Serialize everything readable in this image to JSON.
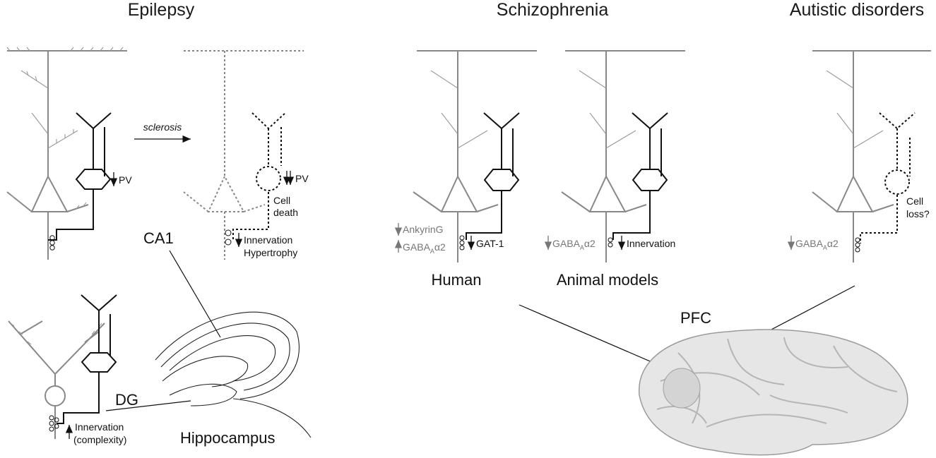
{
  "panels": {
    "epilepsy": {
      "title": "Epilepsy",
      "arrow_label": "sclerosis",
      "pv": "PV",
      "pv2": "PV",
      "cell_death_1": "Cell",
      "cell_death_2": "death",
      "innervation": "Innervation",
      "hypertrophy": "Hypertrophy",
      "ca1": "CA1",
      "dg": "DG",
      "hippocampus": "Hippocampus",
      "dg_innervation": "Innervation",
      "dg_complexity": "(complexity)"
    },
    "schizophrenia": {
      "title": "Schizophrenia",
      "ankyrin": "AnkyrinG",
      "gaba_human": "GABA",
      "gaba_sub": "A",
      "gaba_tail": "α2",
      "gat": "GAT-1",
      "gaba_animal": "GABA",
      "innervation": "Innervation",
      "human": "Human",
      "animal_models": "Animal models"
    },
    "autism": {
      "title": "Autistic disorders",
      "cell_loss_1": "Cell",
      "cell_loss_2": "loss?",
      "gaba": "GABA"
    },
    "brain": {
      "pfc": "PFC"
    }
  },
  "colors": {
    "pyramidal": "#888888",
    "interneuron": "#111111",
    "gray_text": "#777777",
    "brain_fill": "#e6e6e6"
  },
  "icons": [
    "down-arrow",
    "up-arrow",
    "double-down-arrow",
    "right-arrow"
  ]
}
